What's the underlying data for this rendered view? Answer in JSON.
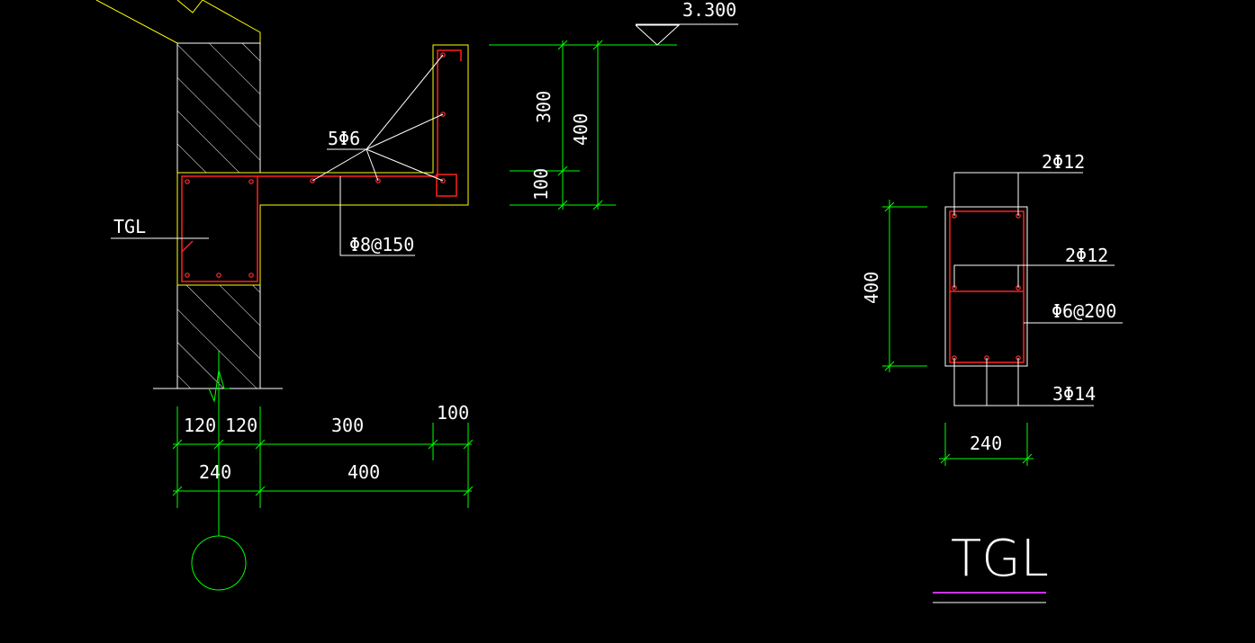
{
  "canvas": {
    "background": "#000000"
  },
  "colors": {
    "outline": "#ffff00",
    "rebar": "#ff2020",
    "dimension": "#00ff00",
    "leader": "#ffffff",
    "underline": "#cc33ff"
  },
  "elevation": {
    "label": "3.300"
  },
  "left_detail": {
    "rebar_top": "5Φ6",
    "stirrup": "Φ8@150",
    "beam_tag": "TGL",
    "dims_vertical": {
      "d300": "300",
      "d400": "400",
      "d100": "100"
    },
    "dims_bottom_row1": [
      "120",
      "120",
      "300",
      "100"
    ],
    "dims_bottom_row2": [
      "240",
      "400"
    ]
  },
  "right_section": {
    "top_bars": "2Φ12",
    "mid_bars": "2Φ12",
    "stirrup": "Φ6@200",
    "bottom_bars": "3Φ14",
    "height": "400",
    "width": "240",
    "title": "TGL"
  }
}
